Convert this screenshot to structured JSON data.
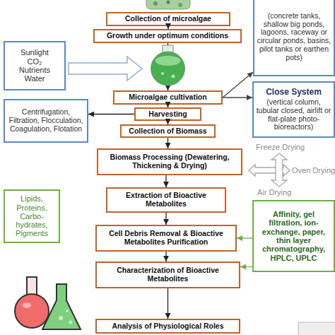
{
  "diagram": {
    "nodes": [
      {
        "text": [
          "Collection of microalgae"
        ]
      },
      {
        "text": [
          "(concrete tanks, shallow big ponds, lagoons, raceway or circular ponds, basins, pilot tanks or earthen pots)"
        ]
      },
      {
        "text": [
          "Growth under optimum conditions"
        ]
      },
      {
        "text": [
          "Sunlight CO₂ Nutrients Water"
        ]
      },
      {
        "text": [
          "Microalgae cultivation"
        ]
      },
      {
        "text": [
          "Close System",
          "(vertical column, tubular closed, airlift or flat-plate photo-bioreactors)"
        ]
      },
      {
        "text": [
          "Harvesting"
        ]
      },
      {
        "text": [
          "Centrifugation, Filtration, Flocculation, Coagulation, Flotation"
        ]
      },
      {
        "text": [
          "Collection of Biomass"
        ]
      },
      {
        "text": [
          "Biomass Processing (Dewatering, Thickening & Drying)"
        ]
      },
      {
        "text": [
          "Extraction of Bioactive Metabolites"
        ]
      },
      {
        "text": [
          "Lipids, Proteins, Carbo-hydrates, Pigments"
        ]
      },
      {
        "text": [
          "Cell Debris Removal & Bioactive Metabolites Purification"
        ]
      },
      {
        "text": [
          "Affinity, gel filtration, ion-exchange, paper, thin layer chromatography, HPLC, UPLC"
        ]
      },
      {
        "text": [
          "Characterization of Bioactive Metabolites"
        ]
      },
      {
        "text": [
          "Analysis of Physiological Roles"
        ]
      }
    ],
    "edges": [
      {
        "from": 0,
        "to": 2,
        "arrow": "to"
      },
      {
        "from": 2,
        "to": 4,
        "arrow": "to"
      },
      {
        "from": 4,
        "to": 1,
        "arrow": "to"
      },
      {
        "from": 4,
        "to": 5,
        "arrow": "to"
      },
      {
        "from": 4,
        "to": 6,
        "arrow": "to"
      },
      {
        "from": 6,
        "to": 7,
        "arrow": "to"
      },
      {
        "from": 6,
        "to": 8,
        "arrow": "to"
      },
      {
        "from": 8,
        "to": 9,
        "arrow": "to"
      },
      {
        "from": 9,
        "to": 10,
        "arrow": "to"
      },
      {
        "from": 10,
        "to": 12,
        "arrow": "to"
      },
      {
        "from": 12,
        "to": 14,
        "arrow": "to"
      },
      {
        "from": 14,
        "to": 15,
        "arrow": "to"
      },
      {
        "from": 13,
        "to": 12,
        "arrow": "to"
      },
      {
        "from": 13,
        "to": 14,
        "arrow": "to"
      }
    ],
    "labels": [
      "Freeze Drying",
      "Oven Drying",
      "Air Drying"
    ]
  }
}
